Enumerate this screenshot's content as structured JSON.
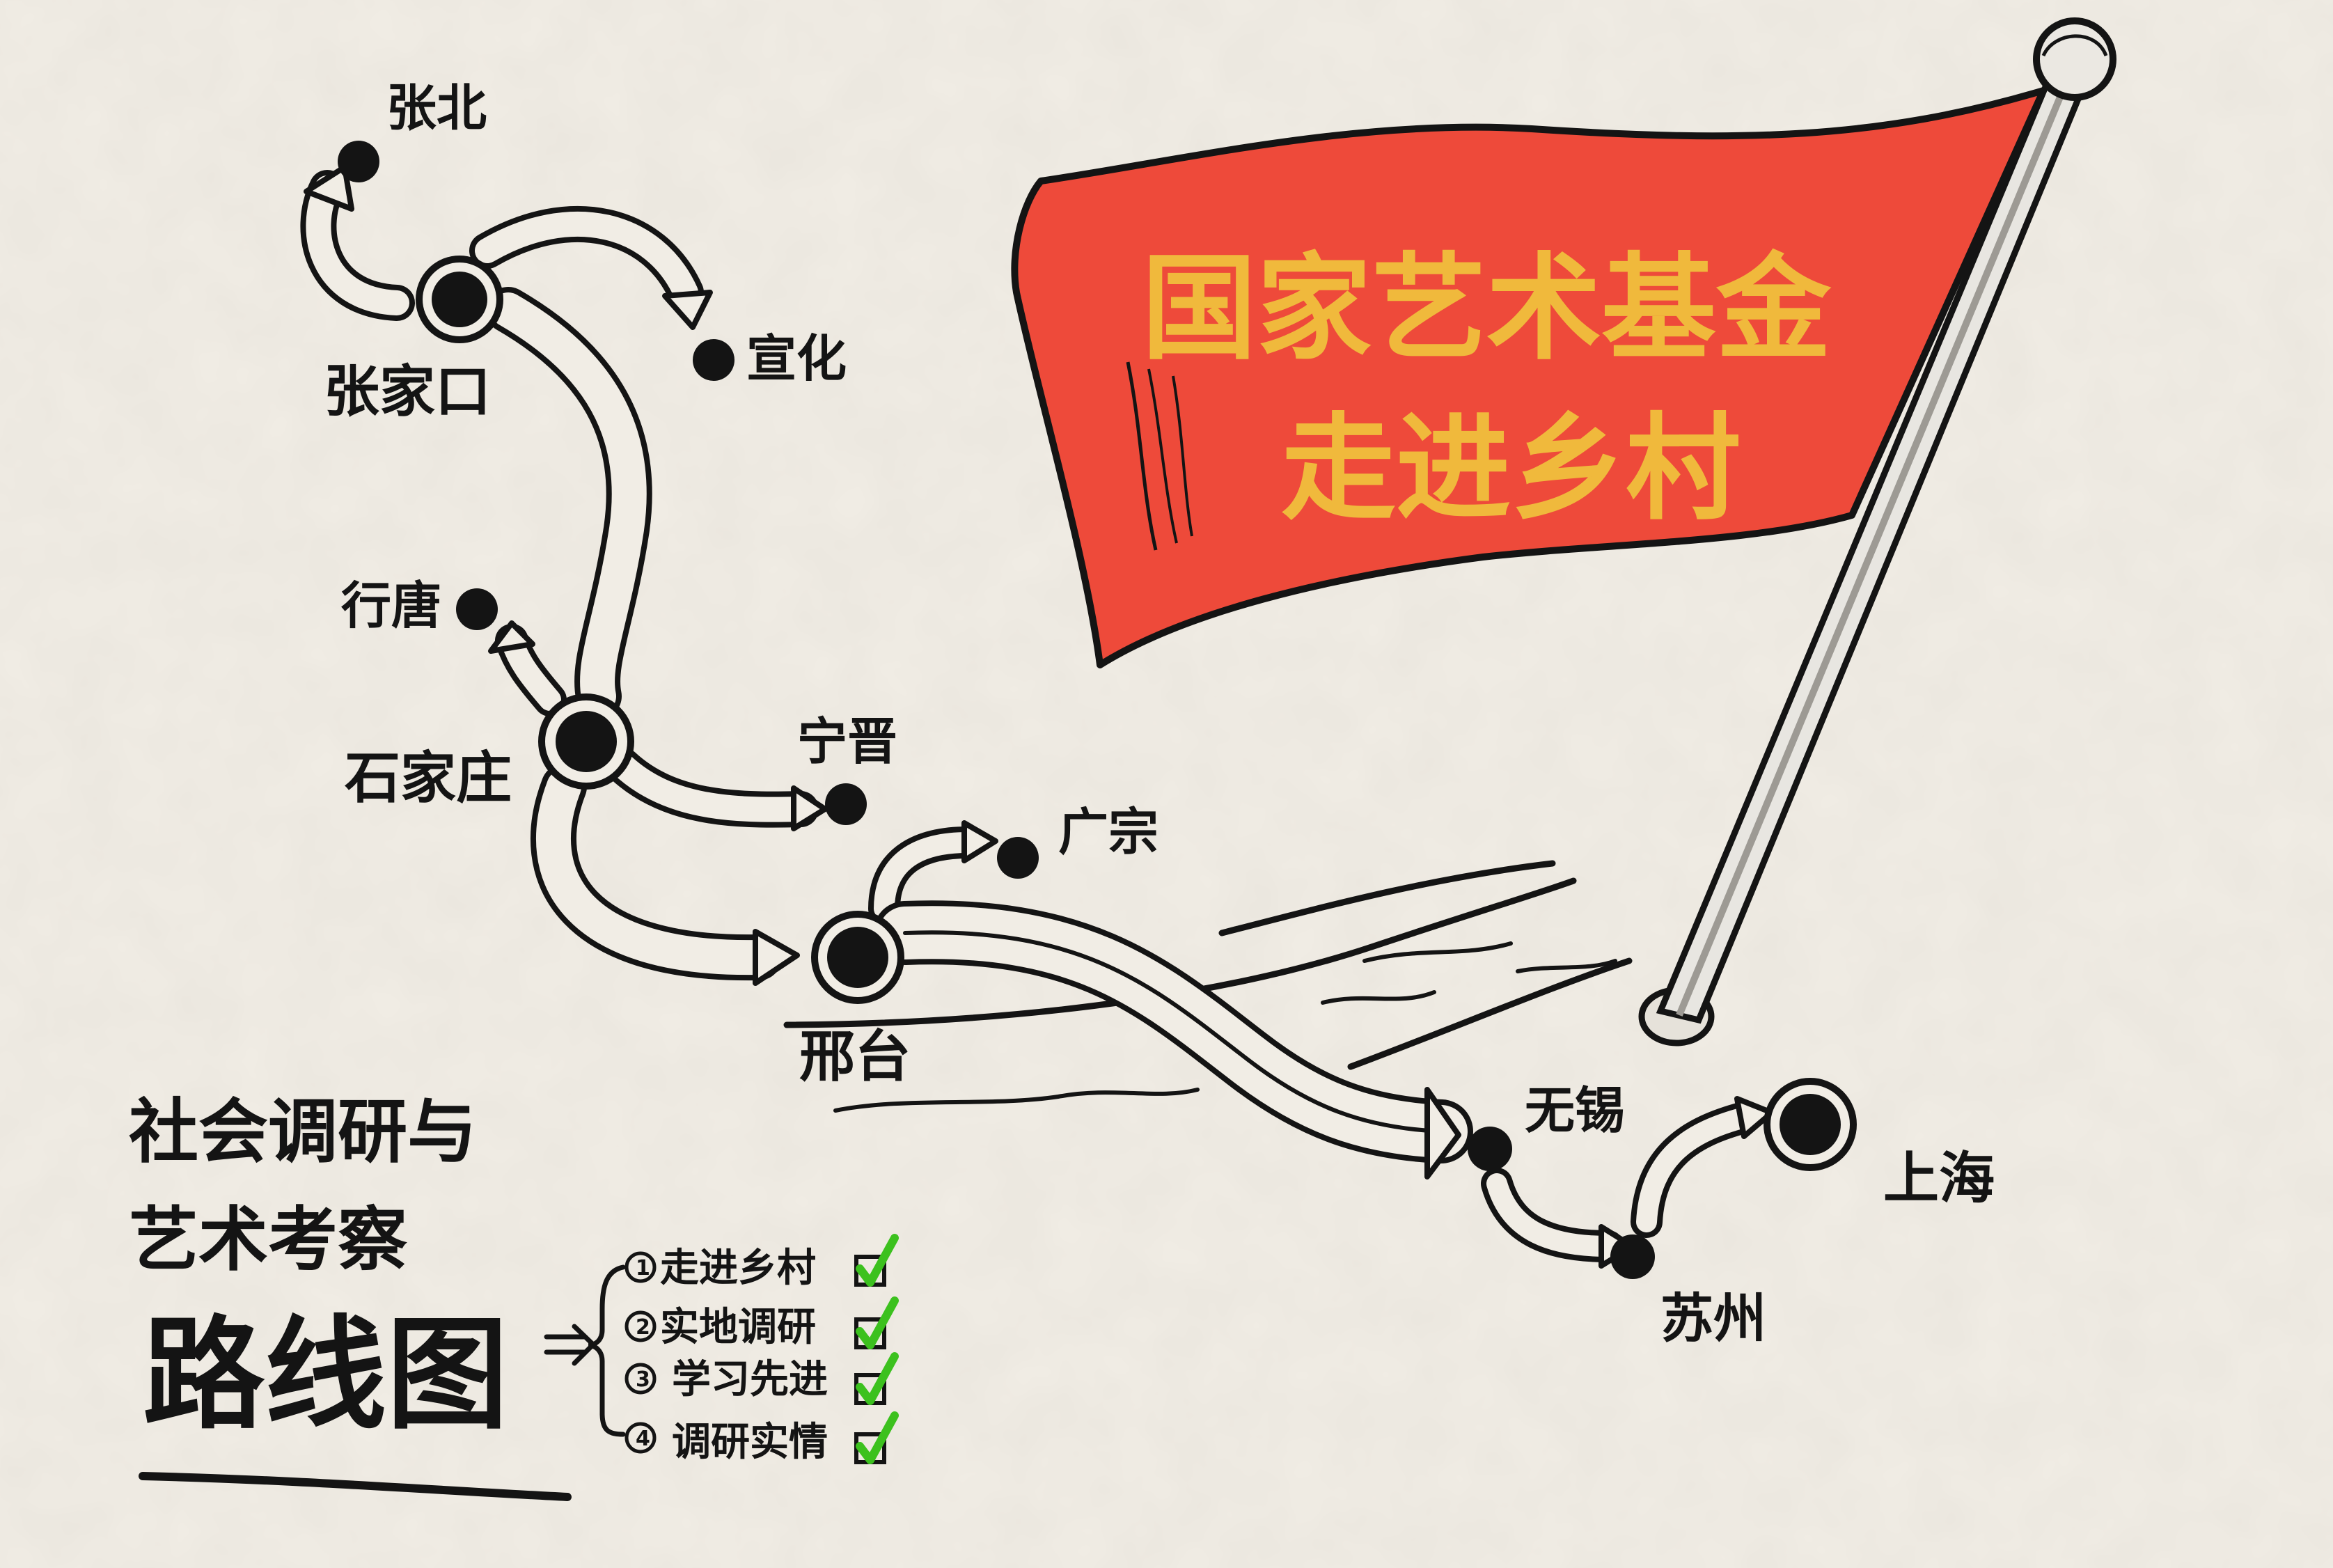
{
  "banner": {
    "line1": "国家艺术基金",
    "line2": "走进乡村",
    "flag_color": "#ee4a3a",
    "text_color": "#f0b93c"
  },
  "cities": {
    "zhangbei": "张北",
    "zhangjiakou": "张家口",
    "xuanhua": "宣化",
    "xingtang": "行唐",
    "shijiazhuang": "石家庄",
    "ningjin": "宁晋",
    "guangzong": "广宗",
    "xingtai": "邢台",
    "wuxi": "无锡",
    "suzhou": "苏州",
    "shanghai": "上海"
  },
  "legend": {
    "title_line1": "社会调研与",
    "title_line2": "艺术考察",
    "title_main": "路线图",
    "items": [
      {
        "num": "1",
        "text": "走进乡村",
        "checked": true
      },
      {
        "num": "2",
        "text": "实地调研",
        "checked": true
      },
      {
        "num": "3",
        "text": "学习先进",
        "checked": true
      },
      {
        "num": "4",
        "text": "调研实情",
        "checked": true
      }
    ],
    "check_color": "#3cc11e"
  },
  "colors": {
    "ink": "#141414",
    "paper": "#f1ede5"
  }
}
